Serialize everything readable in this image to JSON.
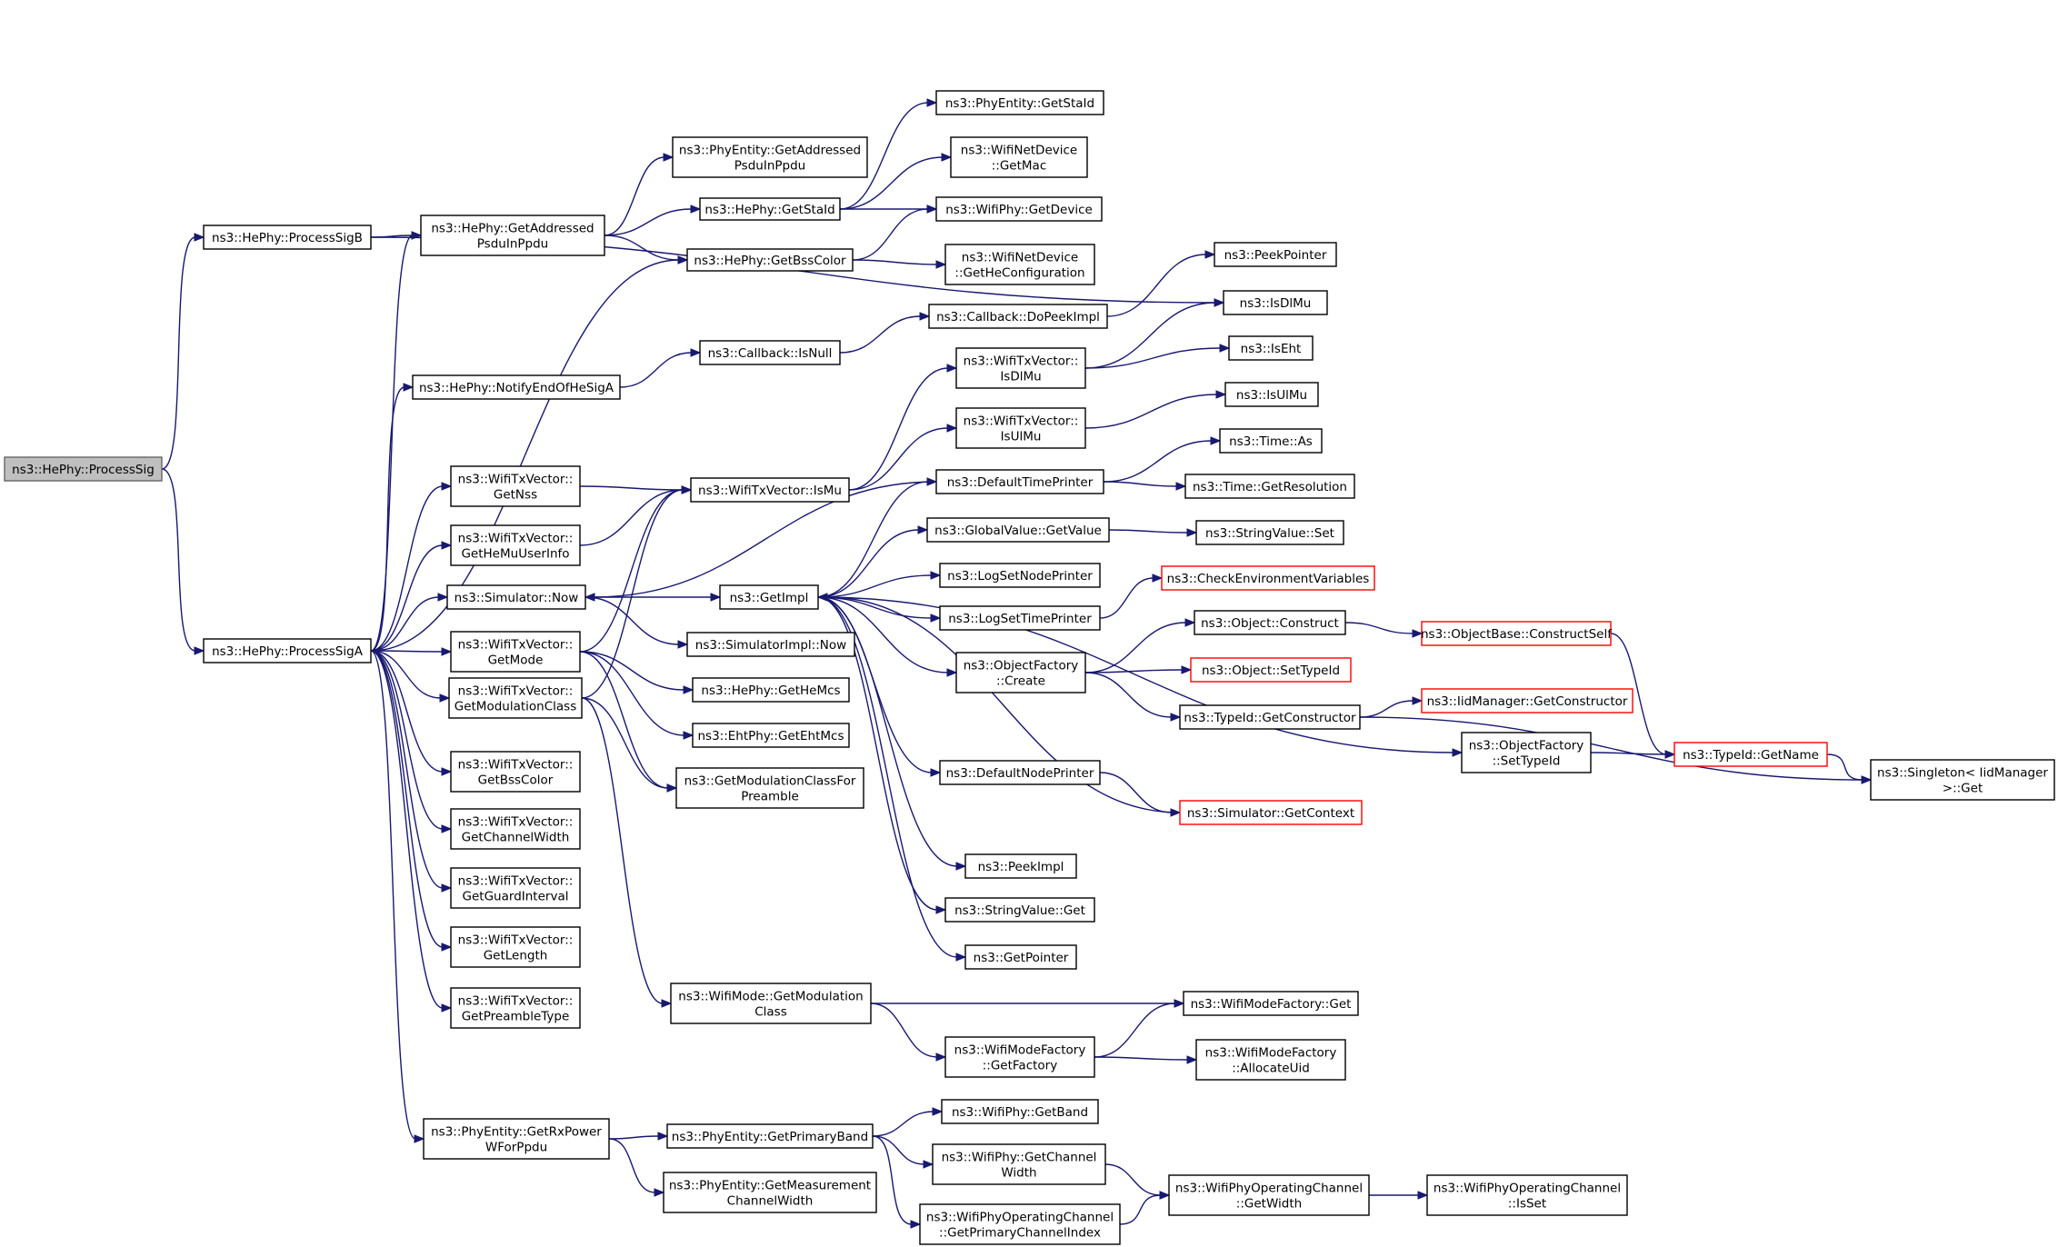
{
  "colors": {
    "edge": "#191970",
    "root_fill": "#bfbfbf",
    "truncated_border": "#ff0000",
    "node_border": "#000000"
  },
  "nodes": [
    {
      "id": "processSig",
      "lines": [
        "ns3::HePhy::ProcessSig"
      ],
      "root": true
    },
    {
      "id": "processSigB",
      "lines": [
        "ns3::HePhy::ProcessSigB"
      ]
    },
    {
      "id": "processSigA",
      "lines": [
        "ns3::HePhy::ProcessSigA"
      ]
    },
    {
      "id": "hpGetAddressed",
      "lines": [
        "ns3::HePhy::GetAddressed",
        "PsduInPpdu"
      ]
    },
    {
      "id": "peGetAddressed",
      "lines": [
        "ns3::PhyEntity::GetAddressed",
        "PsduInPpdu"
      ]
    },
    {
      "id": "hpGetStaId",
      "lines": [
        "ns3::HePhy::GetStaId"
      ]
    },
    {
      "id": "hpGetBssColor",
      "lines": [
        "ns3::HePhy::GetBssColor"
      ]
    },
    {
      "id": "peGetStaId",
      "lines": [
        "ns3::PhyEntity::GetStaId"
      ]
    },
    {
      "id": "wndGetMac",
      "lines": [
        "ns3::WifiNetDevice",
        "::GetMac"
      ]
    },
    {
      "id": "wpGetDevice",
      "lines": [
        "ns3::WifiPhy::GetDevice"
      ]
    },
    {
      "id": "wndGetHeConf",
      "lines": [
        "ns3::WifiNetDevice",
        "::GetHeConfiguration"
      ]
    },
    {
      "id": "peekPointer",
      "lines": [
        "ns3::PeekPointer"
      ]
    },
    {
      "id": "isDlMu",
      "lines": [
        "ns3::IsDlMu"
      ]
    },
    {
      "id": "cbDoPeekImpl",
      "lines": [
        "ns3::Callback::DoPeekImpl"
      ]
    },
    {
      "id": "cbIsNull",
      "lines": [
        "ns3::Callback::IsNull"
      ]
    },
    {
      "id": "notifyEndOfHeSigA",
      "lines": [
        "ns3::HePhy::NotifyEndOfHeSigA"
      ]
    },
    {
      "id": "wtvIsDlMu",
      "lines": [
        "ns3::WifiTxVector::",
        "IsDlMu"
      ]
    },
    {
      "id": "isEht",
      "lines": [
        "ns3::IsEht"
      ]
    },
    {
      "id": "isUlMu",
      "lines": [
        "ns3::IsUlMu"
      ]
    },
    {
      "id": "wtvIsUlMu",
      "lines": [
        "ns3::WifiTxVector::",
        "IsUlMu"
      ]
    },
    {
      "id": "timeAs",
      "lines": [
        "ns3::Time::As"
      ]
    },
    {
      "id": "wtvGetNss",
      "lines": [
        "ns3::WifiTxVector::",
        "GetNss"
      ]
    },
    {
      "id": "wtvIsMu",
      "lines": [
        "ns3::WifiTxVector::IsMu"
      ]
    },
    {
      "id": "defaultTimePrinter",
      "lines": [
        "ns3::DefaultTimePrinter"
      ]
    },
    {
      "id": "timeGetResolution",
      "lines": [
        "ns3::Time::GetResolution"
      ]
    },
    {
      "id": "gvGetValue",
      "lines": [
        "ns3::GlobalValue::GetValue"
      ]
    },
    {
      "id": "svSet",
      "lines": [
        "ns3::StringValue::Set"
      ]
    },
    {
      "id": "wtvGetHeMuUserInfo",
      "lines": [
        "ns3::WifiTxVector::",
        "GetHeMuUserInfo"
      ]
    },
    {
      "id": "logSetNodePrinter",
      "lines": [
        "ns3::LogSetNodePrinter"
      ]
    },
    {
      "id": "checkEnvVars",
      "lines": [
        "ns3::CheckEnvironmentVariables"
      ],
      "red": true
    },
    {
      "id": "simNow",
      "lines": [
        "ns3::Simulator::Now"
      ]
    },
    {
      "id": "getImpl",
      "lines": [
        "ns3::GetImpl"
      ]
    },
    {
      "id": "logSetTimePrinter",
      "lines": [
        "ns3::LogSetTimePrinter"
      ]
    },
    {
      "id": "objConstruct",
      "lines": [
        "ns3::Object::Construct"
      ]
    },
    {
      "id": "objBaseConstructSelf",
      "lines": [
        "ns3::ObjectBase::ConstructSelf"
      ],
      "red": true
    },
    {
      "id": "wtvGetMode",
      "lines": [
        "ns3::WifiTxVector::",
        "GetMode"
      ]
    },
    {
      "id": "simImplNow",
      "lines": [
        "ns3::SimulatorImpl::Now"
      ]
    },
    {
      "id": "ofCreate",
      "lines": [
        "ns3::ObjectFactory",
        "::Create"
      ]
    },
    {
      "id": "objSetTypeId",
      "lines": [
        "ns3::Object::SetTypeId"
      ],
      "red": true
    },
    {
      "id": "hpGetHeMcs",
      "lines": [
        "ns3::HePhy::GetHeMcs"
      ]
    },
    {
      "id": "iidGetConstructor",
      "lines": [
        "ns3::IidManager::GetConstructor"
      ],
      "red": true
    },
    {
      "id": "tidGetConstructor",
      "lines": [
        "ns3::TypeId::GetConstructor"
      ]
    },
    {
      "id": "wtvGetModClass",
      "lines": [
        "ns3::WifiTxVector::",
        "GetModulationClass"
      ]
    },
    {
      "id": "ehtGetEhtMcs",
      "lines": [
        "ns3::EhtPhy::GetEhtMcs"
      ]
    },
    {
      "id": "ofSetTypeId",
      "lines": [
        "ns3::ObjectFactory",
        "::SetTypeId"
      ]
    },
    {
      "id": "tidGetName",
      "lines": [
        "ns3::TypeId::GetName"
      ],
      "red": true
    },
    {
      "id": "singletonGet",
      "lines": [
        "ns3::Singleton< IidManager",
        ">::Get"
      ]
    },
    {
      "id": "wtvGetBssColor",
      "lines": [
        "ns3::WifiTxVector::",
        "GetBssColor"
      ]
    },
    {
      "id": "getModClassForPreamble",
      "lines": [
        "ns3::GetModulationClassFor",
        "Preamble"
      ]
    },
    {
      "id": "defaultNodePrinter",
      "lines": [
        "ns3::DefaultNodePrinter"
      ]
    },
    {
      "id": "simGetContext",
      "lines": [
        "ns3::Simulator::GetContext"
      ],
      "red": true
    },
    {
      "id": "wtvGetChannelWidth",
      "lines": [
        "ns3::WifiTxVector::",
        "GetChannelWidth"
      ]
    },
    {
      "id": "peekImpl",
      "lines": [
        "ns3::PeekImpl"
      ]
    },
    {
      "id": "wtvGetGuardInterval",
      "lines": [
        "ns3::WifiTxVector::",
        "GetGuardInterval"
      ]
    },
    {
      "id": "svGet",
      "lines": [
        "ns3::StringValue::Get"
      ]
    },
    {
      "id": "wtvGetLength",
      "lines": [
        "ns3::WifiTxVector::",
        "GetLength"
      ]
    },
    {
      "id": "getPointer",
      "lines": [
        "ns3::GetPointer"
      ]
    },
    {
      "id": "wtvGetPreambleType",
      "lines": [
        "ns3::WifiTxVector::",
        "GetPreambleType"
      ]
    },
    {
      "id": "wmGetModClass",
      "lines": [
        "ns3::WifiMode::GetModulation",
        "Class"
      ]
    },
    {
      "id": "wmfGet",
      "lines": [
        "ns3::WifiModeFactory::Get"
      ]
    },
    {
      "id": "wmfGetFactory",
      "lines": [
        "ns3::WifiModeFactory",
        "::GetFactory"
      ]
    },
    {
      "id": "wmfAllocateUid",
      "lines": [
        "ns3::WifiModeFactory",
        "::AllocateUid"
      ]
    },
    {
      "id": "wpGetBand",
      "lines": [
        "ns3::WifiPhy::GetBand"
      ]
    },
    {
      "id": "peGetRxPower",
      "lines": [
        "ns3::PhyEntity::GetRxPower",
        "WForPpdu"
      ]
    },
    {
      "id": "peGetPrimaryBand",
      "lines": [
        "ns3::PhyEntity::GetPrimaryBand"
      ]
    },
    {
      "id": "wpGetChannelWidth",
      "lines": [
        "ns3::WifiPhy::GetChannel",
        "Width"
      ]
    },
    {
      "id": "wpocGetWidth",
      "lines": [
        "ns3::WifiPhyOperatingChannel",
        "::GetWidth"
      ]
    },
    {
      "id": "wpocIsSet",
      "lines": [
        "ns3::WifiPhyOperatingChannel",
        "::IsSet"
      ]
    },
    {
      "id": "peGetMeasChWidth",
      "lines": [
        "ns3::PhyEntity::GetMeasurement",
        "ChannelWidth"
      ]
    },
    {
      "id": "wpocGetPrimaryChIdx",
      "lines": [
        "ns3::WifiPhyOperatingChannel",
        "::GetPrimaryChannelIndex"
      ]
    }
  ],
  "edges": [
    [
      "processSig",
      "processSigB"
    ],
    [
      "processSig",
      "processSigA"
    ],
    [
      "processSigB",
      "hpGetAddressed"
    ],
    [
      "processSigB",
      "isDlMu"
    ],
    [
      "processSigA",
      "hpGetAddressed"
    ],
    [
      "processSigA",
      "hpGetBssColor"
    ],
    [
      "processSigA",
      "notifyEndOfHeSigA"
    ],
    [
      "processSigA",
      "wtvGetNss"
    ],
    [
      "processSigA",
      "wtvGetHeMuUserInfo"
    ],
    [
      "processSigA",
      "simNow"
    ],
    [
      "processSigA",
      "wtvGetMode"
    ],
    [
      "processSigA",
      "wtvGetModClass"
    ],
    [
      "processSigA",
      "wtvGetBssColor"
    ],
    [
      "processSigA",
      "wtvGetChannelWidth"
    ],
    [
      "processSigA",
      "wtvGetGuardInterval"
    ],
    [
      "processSigA",
      "wtvGetLength"
    ],
    [
      "processSigA",
      "wtvGetPreambleType"
    ],
    [
      "processSigA",
      "peGetRxPower"
    ],
    [
      "hpGetAddressed",
      "peGetAddressed"
    ],
    [
      "hpGetAddressed",
      "hpGetStaId"
    ],
    [
      "hpGetAddressed",
      "hpGetBssColor"
    ],
    [
      "hpGetStaId",
      "peGetStaId"
    ],
    [
      "hpGetStaId",
      "wndGetMac"
    ],
    [
      "hpGetStaId",
      "wpGetDevice"
    ],
    [
      "hpGetBssColor",
      "wpGetDevice"
    ],
    [
      "hpGetBssColor",
      "wndGetHeConf"
    ],
    [
      "notifyEndOfHeSigA",
      "cbIsNull"
    ],
    [
      "cbIsNull",
      "cbDoPeekImpl"
    ],
    [
      "cbDoPeekImpl",
      "peekPointer"
    ],
    [
      "wtvGetNss",
      "wtvIsMu"
    ],
    [
      "wtvGetHeMuUserInfo",
      "wtvIsMu"
    ],
    [
      "wtvGetMode",
      "wtvIsMu"
    ],
    [
      "wtvGetMode",
      "hpGetHeMcs"
    ],
    [
      "wtvGetMode",
      "ehtGetEhtMcs"
    ],
    [
      "wtvGetMode",
      "getModClassForPreamble"
    ],
    [
      "wtvGetModClass",
      "wtvIsMu"
    ],
    [
      "wtvGetModClass",
      "getModClassForPreamble"
    ],
    [
      "wtvGetModClass",
      "wmGetModClass"
    ],
    [
      "wtvIsMu",
      "wtvIsDlMu"
    ],
    [
      "wtvIsMu",
      "wtvIsUlMu"
    ],
    [
      "wtvIsDlMu",
      "isDlMu"
    ],
    [
      "wtvIsDlMu",
      "isEht"
    ],
    [
      "wtvIsUlMu",
      "isUlMu"
    ],
    [
      "simNow",
      "getImpl"
    ],
    [
      "simNow",
      "simImplNow"
    ],
    [
      "getImpl",
      "defaultTimePrinter"
    ],
    [
      "getImpl",
      "gvGetValue"
    ],
    [
      "getImpl",
      "logSetNodePrinter"
    ],
    [
      "getImpl",
      "logSetTimePrinter"
    ],
    [
      "getImpl",
      "ofCreate"
    ],
    [
      "getImpl",
      "ofSetTypeId"
    ],
    [
      "getImpl",
      "defaultNodePrinter"
    ],
    [
      "getImpl",
      "peekImpl"
    ],
    [
      "getImpl",
      "svGet"
    ],
    [
      "getImpl",
      "getPointer"
    ],
    [
      "defaultTimePrinter",
      "simNow"
    ],
    [
      "defaultTimePrinter",
      "timeAs"
    ],
    [
      "defaultTimePrinter",
      "timeGetResolution"
    ],
    [
      "gvGetValue",
      "svSet"
    ],
    [
      "logSetTimePrinter",
      "checkEnvVars"
    ],
    [
      "ofCreate",
      "objConstruct"
    ],
    [
      "ofCreate",
      "objSetTypeId"
    ],
    [
      "ofCreate",
      "tidGetConstructor"
    ],
    [
      "objConstruct",
      "objBaseConstructSelf"
    ],
    [
      "objBaseConstructSelf",
      "tidGetName"
    ],
    [
      "tidGetConstructor",
      "iidGetConstructor"
    ],
    [
      "tidGetConstructor",
      "singletonGet"
    ],
    [
      "ofSetTypeId",
      "tidGetName"
    ],
    [
      "tidGetName",
      "singletonGet"
    ],
    [
      "defaultNodePrinter",
      "simGetContext"
    ],
    [
      "simGetContext",
      "getImpl"
    ],
    [
      "wmGetModClass",
      "wmfGet"
    ],
    [
      "wmGetModClass",
      "wmfGetFactory"
    ],
    [
      "wmfGetFactory",
      "wmfGet"
    ],
    [
      "wmfGetFactory",
      "wmfAllocateUid"
    ],
    [
      "peGetRxPower",
      "peGetPrimaryBand"
    ],
    [
      "peGetRxPower",
      "peGetMeasChWidth"
    ],
    [
      "peGetPrimaryBand",
      "wpGetBand"
    ],
    [
      "peGetPrimaryBand",
      "wpGetChannelWidth"
    ],
    [
      "peGetPrimaryBand",
      "wpocGetPrimaryChIdx"
    ],
    [
      "wpGetChannelWidth",
      "wpocGetWidth"
    ],
    [
      "wpocGetPrimaryChIdx",
      "wpocGetWidth"
    ],
    [
      "wpocGetWidth",
      "wpocIsSet"
    ]
  ]
}
